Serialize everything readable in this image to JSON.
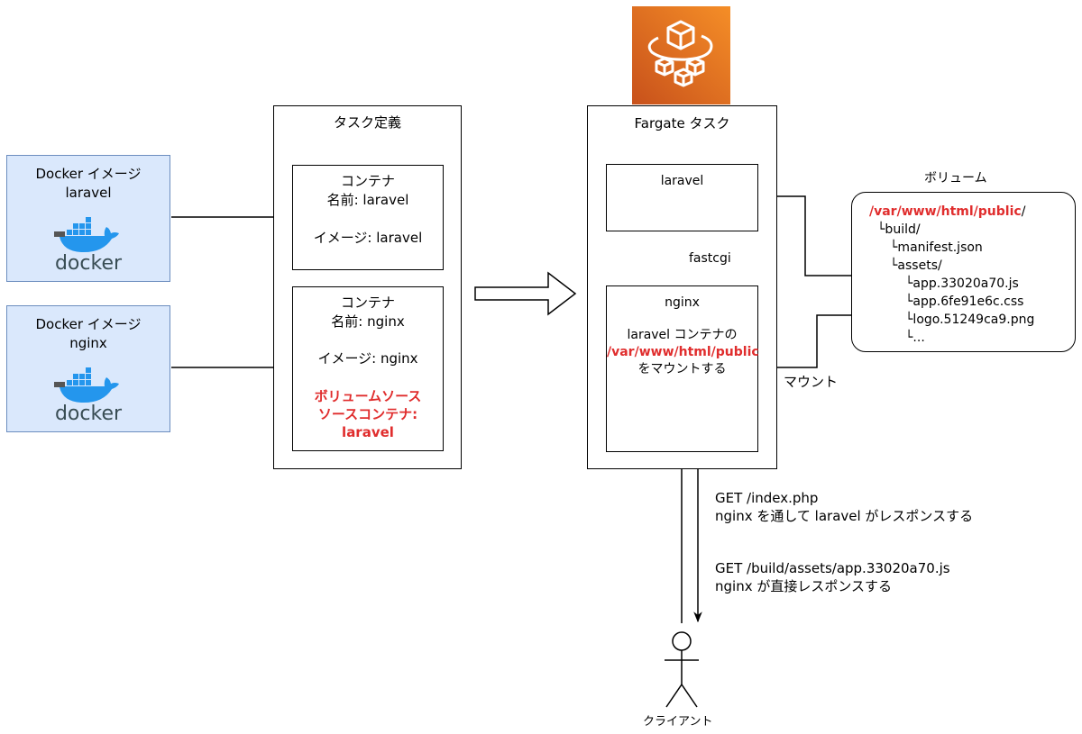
{
  "docker_images": [
    {
      "title": "Docker イメージ",
      "name": "laravel",
      "logo_text": "docker"
    },
    {
      "title": "Docker イメージ",
      "name": "nginx",
      "logo_text": "docker"
    }
  ],
  "task_definition": {
    "title": "タスク定義",
    "containers": [
      {
        "heading": "コンテナ",
        "name_line": "名前: laravel",
        "image_line": "イメージ: laravel"
      },
      {
        "heading": "コンテナ",
        "name_line": "名前: nginx",
        "image_line": "イメージ: nginx",
        "volume_lines": [
          "ボリュームソース",
          "ソースコンテナ:",
          "laravel"
        ]
      }
    ]
  },
  "fargate": {
    "title": "Fargate タスク",
    "laravel_label": "laravel",
    "nginx_label": "nginx",
    "nginx_desc_1": "laravel コンテナの",
    "nginx_desc_path": "/var/www/html/public",
    "nginx_desc_2": "をマウントする",
    "fastcgi_label": "fastcgi"
  },
  "volume": {
    "title": "ボリューム",
    "root_path": "/var/www/html/public",
    "root_suffix": "/",
    "tree": [
      "└build/",
      "└manifest.json",
      "└assets/",
      "└app.33020a70.js",
      "└app.6fe91e6c.css",
      "└logo.51249ca9.png",
      "└..."
    ]
  },
  "mount_label": "マウント",
  "requests": [
    {
      "line1": "GET /index.php",
      "line2": "nginx を通して laravel がレスポンスする"
    },
    {
      "line1": "GET /build/assets/app.33020a70.js",
      "line2": "nginx が直接レスポンスする"
    }
  ],
  "client_label": "クライアント",
  "colors": {
    "accent_red": "#e02d2d",
    "docker_fill": "#dae8fc",
    "docker_border": "#6c8ebf",
    "aws_orange": "#e8761f"
  }
}
